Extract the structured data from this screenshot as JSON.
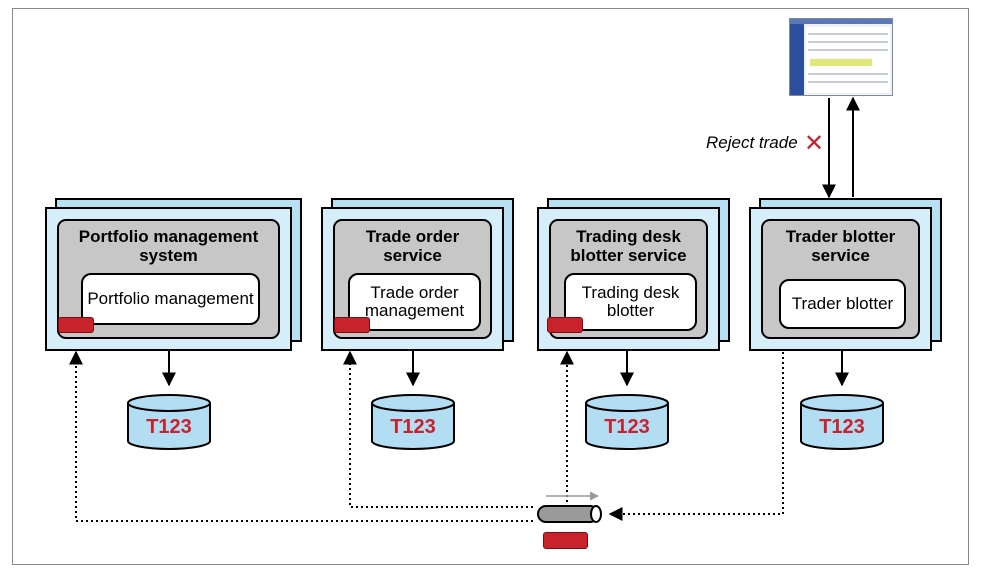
{
  "services": [
    {
      "title": "Portfolio management\nsystem",
      "component": "Portfolio management",
      "db_label": "T123"
    },
    {
      "title": "Trade order\nservice",
      "component": "Trade order\nmanagement",
      "db_label": "T123"
    },
    {
      "title": "Trading desk\nblotter service",
      "component": "Trading desk\nblotter",
      "db_label": "T123"
    },
    {
      "title": "Trader blotter\nservice",
      "component": "Trader blotter",
      "db_label": "T123"
    }
  ],
  "reject_label": "Reject trade",
  "reject_icon": "x-mark-icon",
  "colors": {
    "box_face": "#d6eefa",
    "box_depth": "#b9e0f2",
    "panel_gray": "#c7c7c7",
    "db_fill": "#b3ddf2",
    "accent_red": "#c8232c"
  }
}
